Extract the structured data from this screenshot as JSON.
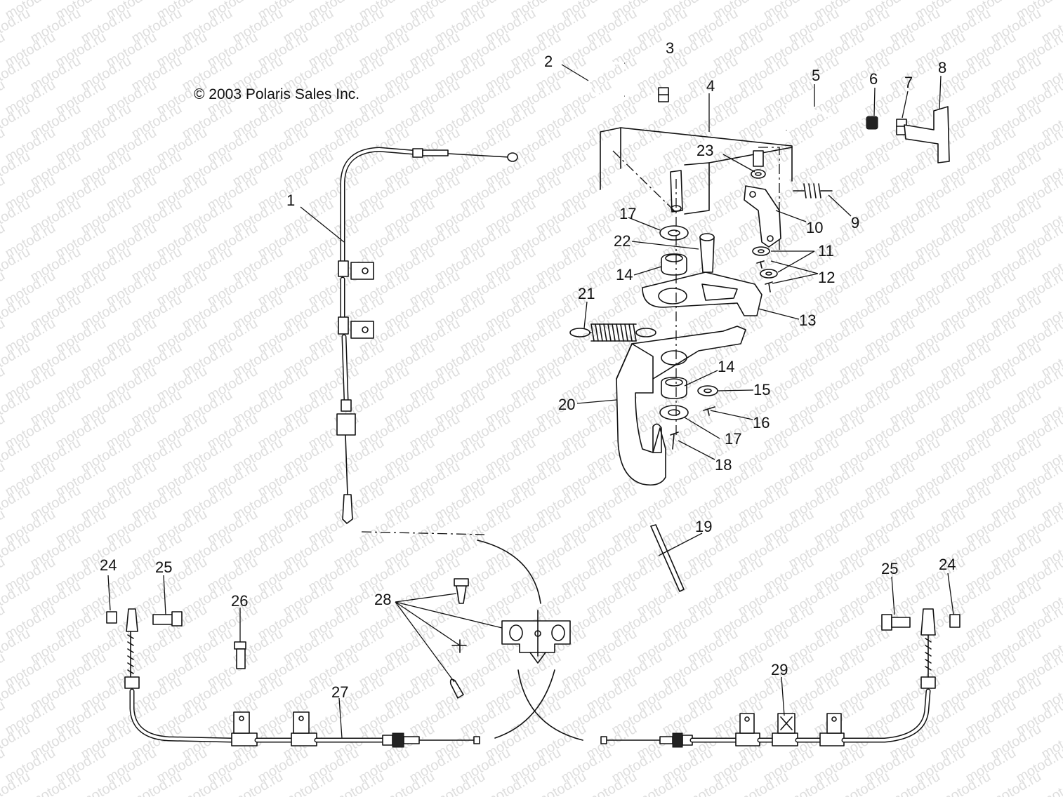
{
  "copyright": "© 2003 Polaris Sales Inc.",
  "watermark": "motod.ru",
  "callouts": [
    {
      "label": "1"
    },
    {
      "label": "2"
    },
    {
      "label": "3"
    },
    {
      "label": "4"
    },
    {
      "label": "5"
    },
    {
      "label": "6"
    },
    {
      "label": "7"
    },
    {
      "label": "8"
    },
    {
      "label": "9"
    },
    {
      "label": "10"
    },
    {
      "label": "11"
    },
    {
      "label": "12"
    },
    {
      "label": "13"
    },
    {
      "label": "14"
    },
    {
      "label": "14"
    },
    {
      "label": "15"
    },
    {
      "label": "16"
    },
    {
      "label": "17"
    },
    {
      "label": "17"
    },
    {
      "label": "18"
    },
    {
      "label": "19"
    },
    {
      "label": "20"
    },
    {
      "label": "21"
    },
    {
      "label": "22"
    },
    {
      "label": "23"
    },
    {
      "label": "24"
    },
    {
      "label": "24"
    },
    {
      "label": "25"
    },
    {
      "label": "25"
    },
    {
      "label": "26"
    },
    {
      "label": "27"
    },
    {
      "label": "28"
    },
    {
      "label": "29"
    }
  ]
}
